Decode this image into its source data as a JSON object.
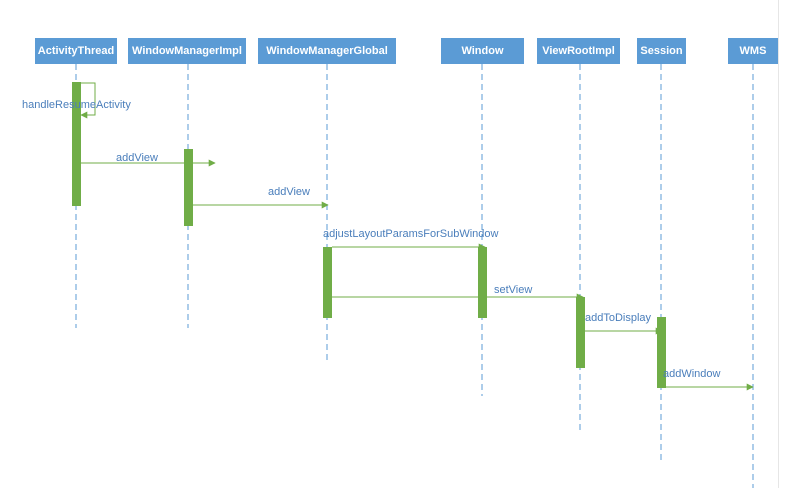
{
  "participants": [
    {
      "id": "p0",
      "label": "ActivityThread"
    },
    {
      "id": "p1",
      "label": "WindowManagerImpl"
    },
    {
      "id": "p2",
      "label": "WindowManagerGlobal"
    },
    {
      "id": "p3",
      "label": "Window"
    },
    {
      "id": "p4",
      "label": "ViewRootImpl"
    },
    {
      "id": "p5",
      "label": "Session"
    },
    {
      "id": "p6",
      "label": "WMS"
    }
  ],
  "messages": [
    {
      "id": "m0",
      "label": "handleResumeActivity",
      "type": "self"
    },
    {
      "id": "m1",
      "label": "addView"
    },
    {
      "id": "m2",
      "label": "addView"
    },
    {
      "id": "m3",
      "label": "adjustLayoutParamsForSubWindow"
    },
    {
      "id": "m4",
      "label": "setView"
    },
    {
      "id": "m5",
      "label": "addToDisplay"
    },
    {
      "id": "m6",
      "label": "addWindow"
    }
  ],
  "colors": {
    "header": "#5b9bd5",
    "activation": "#70ad47",
    "arrow": "#70ad47",
    "lifeline": "#5b9bd5",
    "label": "#4a7ebb"
  }
}
